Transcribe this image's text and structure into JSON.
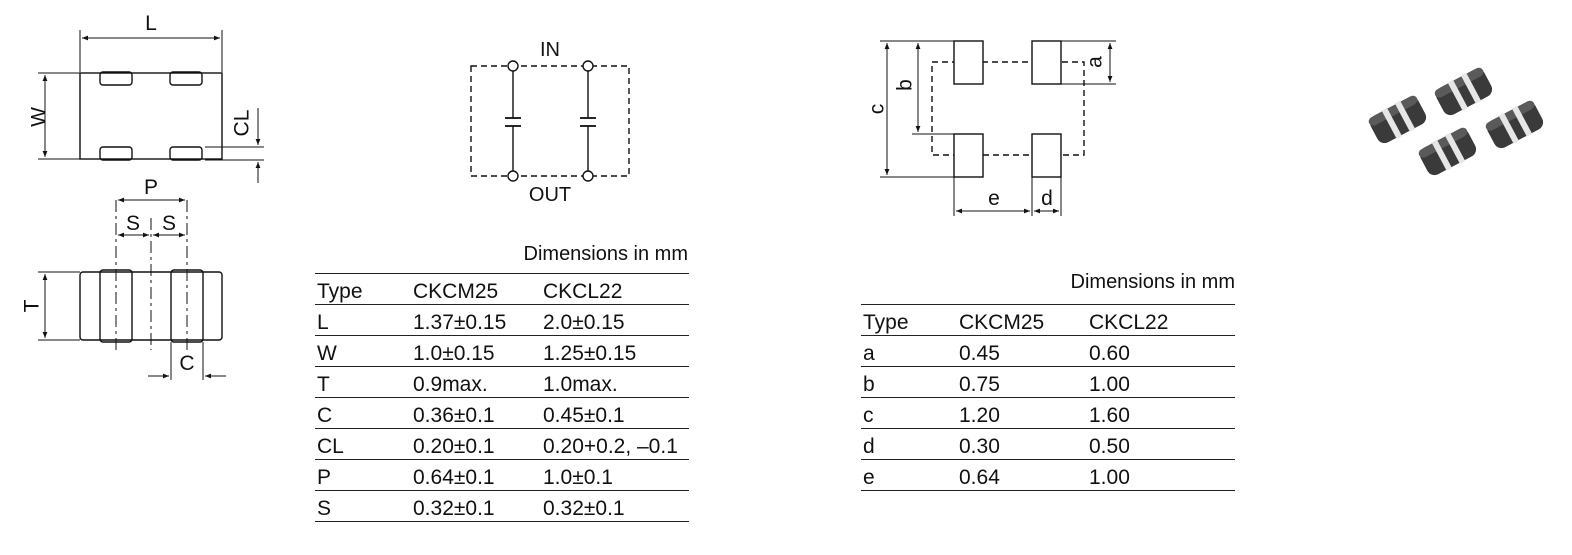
{
  "chip_outline": {
    "L": "L",
    "W": "W",
    "CL": "CL"
  },
  "side_view": {
    "P": "P",
    "S1": "S",
    "S2": "S",
    "T": "T",
    "C": "C"
  },
  "circuit": {
    "in_label": "IN",
    "out_label": "OUT"
  },
  "land_pattern": {
    "a": "a",
    "b": "b",
    "c": "c",
    "d": "d",
    "e": "e"
  },
  "table1": {
    "caption": "Dimensions in mm",
    "header": [
      "Type",
      "CKCM25",
      "CKCL22"
    ],
    "rows": [
      [
        "L",
        "1.37±0.15",
        "2.0±0.15"
      ],
      [
        "W",
        "1.0±0.15",
        "1.25±0.15"
      ],
      [
        "T",
        "0.9max.",
        "1.0max."
      ],
      [
        "C",
        "0.36±0.1",
        "0.45±0.1"
      ],
      [
        "CL",
        "0.20±0.1",
        "0.20+0.2, –0.1"
      ],
      [
        "P",
        "0.64±0.1",
        "1.0±0.1"
      ],
      [
        "S",
        "0.32±0.1",
        "0.32±0.1"
      ]
    ]
  },
  "table2": {
    "caption": "Dimensions in mm",
    "header": [
      "Type",
      "CKCM25",
      "CKCL22"
    ],
    "rows": [
      [
        "a",
        "0.45",
        "0.60"
      ],
      [
        "b",
        "0.75",
        "1.00"
      ],
      [
        "c",
        "1.20",
        "1.60"
      ],
      [
        "d",
        "0.30",
        "0.50"
      ],
      [
        "e",
        "0.64",
        "1.00"
      ]
    ]
  },
  "colors": {
    "line": "#111111",
    "chip_body": "#3a3a3a",
    "chip_terminal": "#e6e6e6"
  }
}
